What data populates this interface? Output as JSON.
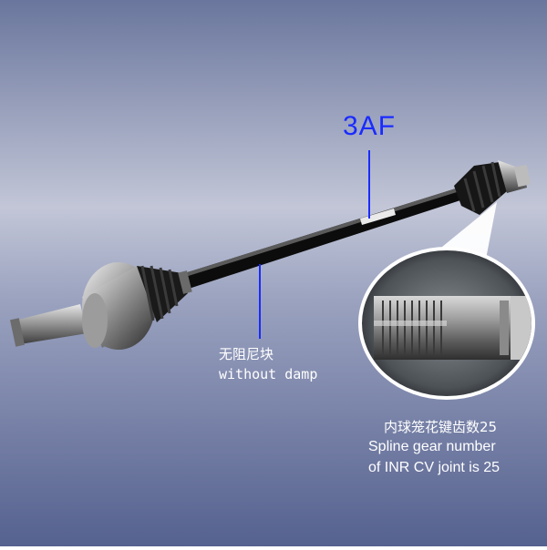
{
  "background": {
    "top_color": "#6f7aa0",
    "mid_color": "#b9bdd0",
    "bottom_color": "#5d6894"
  },
  "labels": {
    "shaft_code": "3AF",
    "damper_cn": "无阻尼块",
    "damper_en": "without damp",
    "spline_cn": "内球笼花键齿数25",
    "spline_en_line1": "Spline gear number",
    "spline_en_line2": "of INR CV joint is 25"
  },
  "colors": {
    "code_text": "#1a2bff",
    "callout_line": "#1a2bff",
    "annotation_text": "#ffffff"
  }
}
